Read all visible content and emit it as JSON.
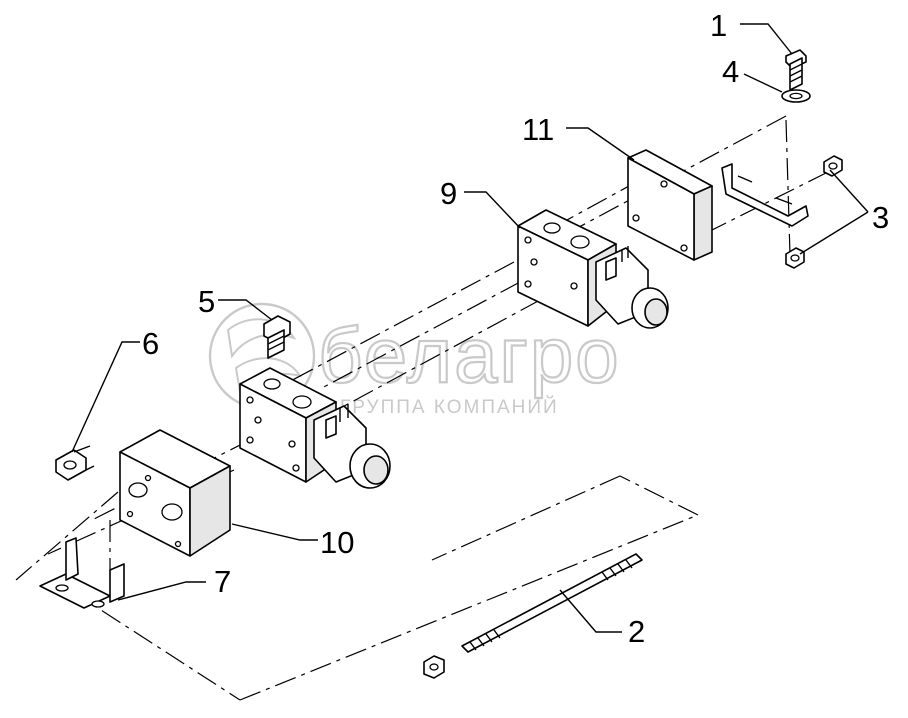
{
  "watermark": {
    "brand": "белагро",
    "subtitle": "ГРУППА КОМПАНИЙ"
  },
  "callouts": [
    {
      "id": "1",
      "label": "1"
    },
    {
      "id": "2",
      "label": "2"
    },
    {
      "id": "3",
      "label": "3"
    },
    {
      "id": "4",
      "label": "4"
    },
    {
      "id": "5",
      "label": "5"
    },
    {
      "id": "6",
      "label": "6"
    },
    {
      "id": "7",
      "label": "7"
    },
    {
      "id": "9",
      "label": "9"
    },
    {
      "id": "10",
      "label": "10"
    },
    {
      "id": "11",
      "label": "11"
    }
  ],
  "colors": {
    "line": "#000000",
    "watermark": "#c9c9c9",
    "background": "#ffffff"
  }
}
